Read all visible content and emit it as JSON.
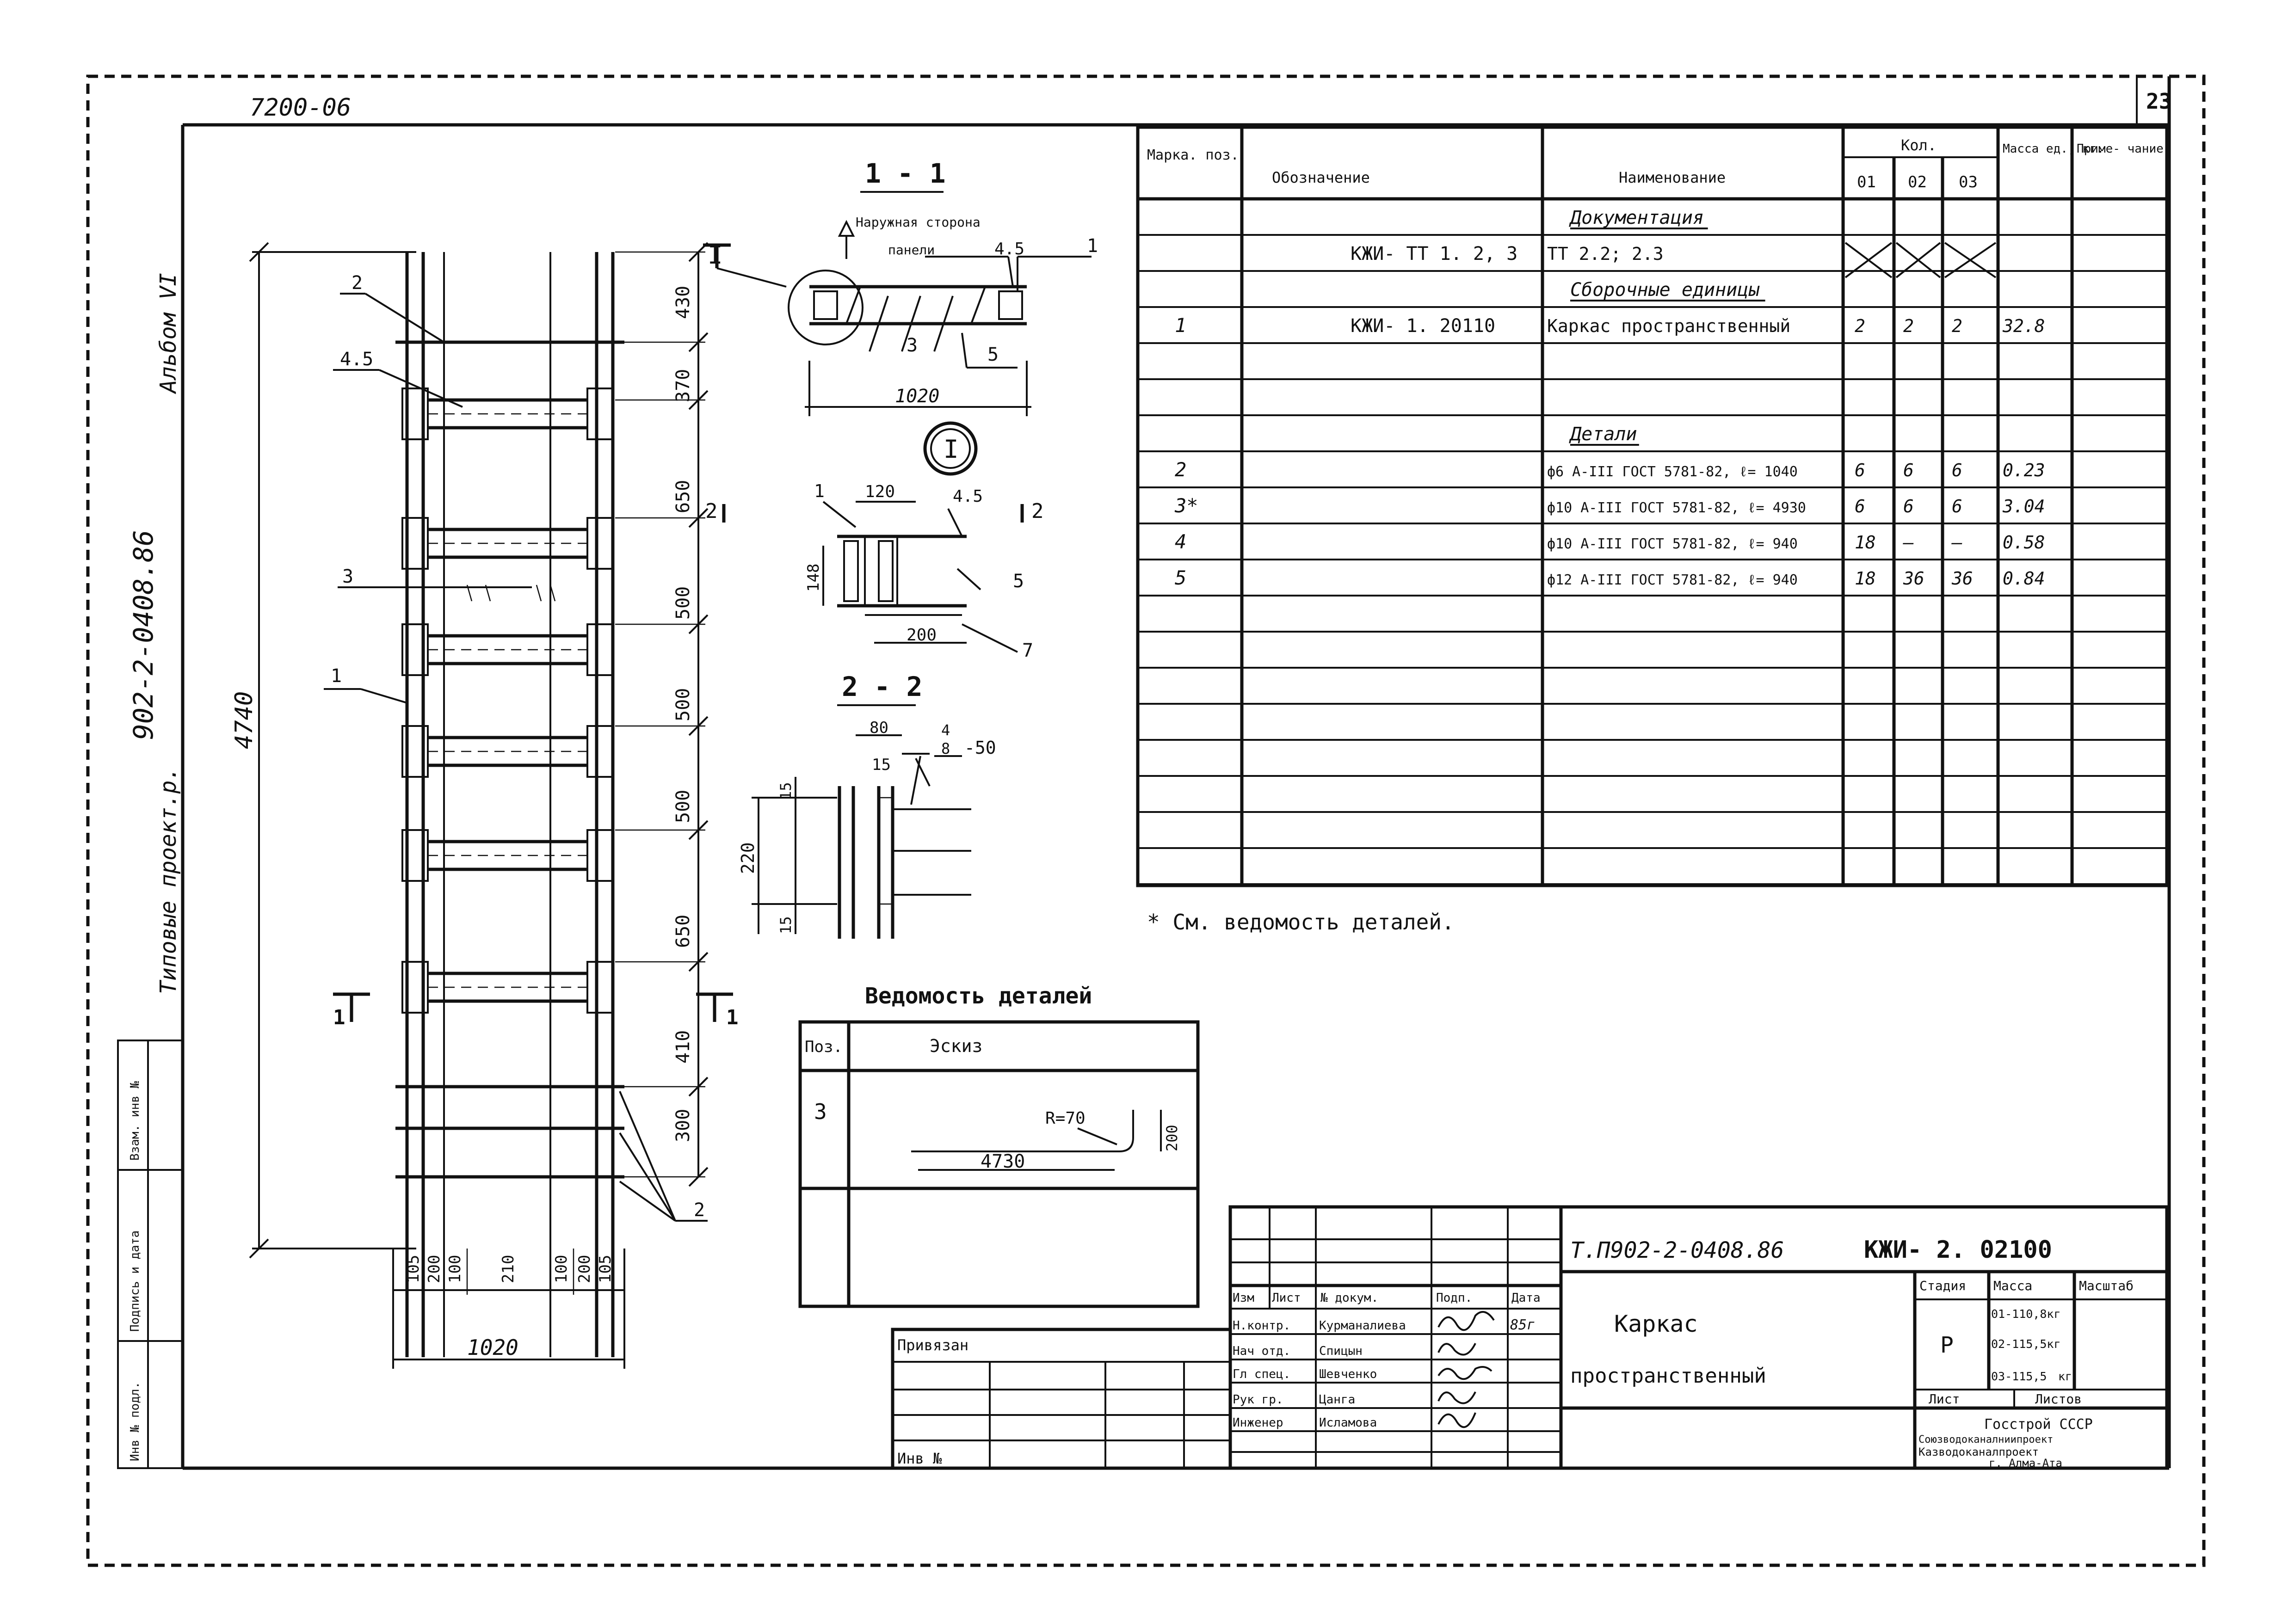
{
  "sheet": {
    "top_left": "7200-06",
    "page_number": "23",
    "left_margin_album": "Альбом VI",
    "left_margin_series": "902-2-0408.86",
    "left_margin_project": "Типовые проект.р.",
    "stamp_cells": [
      "Инв № подл.",
      "Подпись и дата",
      "Взам. инв №"
    ]
  },
  "frame_drawing": {
    "dims_vertical": [
      "430",
      "370",
      "650",
      "500",
      "500",
      "500",
      "650",
      "410",
      "300"
    ],
    "overall_height": "4740",
    "dims_bottom": [
      "105",
      "200",
      "100",
      "210",
      "100",
      "200",
      "105"
    ],
    "overall_width": "1020",
    "pos_labels": [
      "2",
      "4.5",
      "3",
      "1",
      "2"
    ],
    "section_marks": [
      "1",
      "1"
    ]
  },
  "section_1_1": {
    "title": "1 - 1",
    "caption_line1": "Наружная сторона",
    "caption_line2": "панели",
    "label_45": "4.5",
    "label_1": "1",
    "label_3": "3",
    "label_5": "5",
    "dim_width": "1020",
    "node_mark": "I"
  },
  "node_I": {
    "circle_label": "I",
    "dim_120": "120",
    "dim_148": "148",
    "dim_200": "200",
    "label_1": "1",
    "label_45": "4.5",
    "label_5": "5",
    "label_7": "7",
    "cut_left": "2",
    "cut_right": "2"
  },
  "section_2_2": {
    "title": "2 - 2",
    "dim_80": "80",
    "dim_15a": "15",
    "weld_top": "4",
    "weld_bottom": "8",
    "weld_len": "-50",
    "dim_15b": "15",
    "dim_220": "220",
    "dim_15c": "15"
  },
  "spec_table": {
    "headers": {
      "mark": "Марка. поз.",
      "designation": "Обозначение",
      "name": "Наименование",
      "qty": "Кол.",
      "qty_cols": [
        "01",
        "02",
        "03"
      ],
      "mass": "Масса ед., кг.",
      "note": "Приме- чание"
    },
    "rows": [
      {
        "mark": "",
        "designation": "",
        "name": "Документация",
        "q1": "",
        "q2": "",
        "q3": "",
        "mass": "",
        "section": true
      },
      {
        "mark": "",
        "designation": "КЖИ- ТТ 1. 2, 3",
        "name": "ТТ 2.2; 2.3",
        "q1": "",
        "q2": "",
        "q3": "",
        "mass": "",
        "crossed": true
      },
      {
        "mark": "",
        "designation": "",
        "name": "Сборочные единицы",
        "q1": "",
        "q2": "",
        "q3": "",
        "mass": "",
        "section": true
      },
      {
        "mark": "1",
        "designation": "КЖИ- 1. 20110",
        "name": "Каркас пространственный",
        "q1": "2",
        "q2": "2",
        "q3": "2",
        "mass": "32.8"
      },
      {
        "mark": "",
        "designation": "",
        "name": "",
        "q1": "",
        "q2": "",
        "q3": "",
        "mass": ""
      },
      {
        "mark": "",
        "designation": "",
        "name": "",
        "q1": "",
        "q2": "",
        "q3": "",
        "mass": ""
      },
      {
        "mark": "",
        "designation": "",
        "name": "Детали",
        "q1": "",
        "q2": "",
        "q3": "",
        "mass": "",
        "section": true
      },
      {
        "mark": "2",
        "designation": "",
        "name": "ф6 А-III ГОСТ 5781-82, ℓ= 1040",
        "q1": "6",
        "q2": "6",
        "q3": "6",
        "mass": "0.23"
      },
      {
        "mark": "3*",
        "designation": "",
        "name": "ф10 А-III ГОСТ 5781-82, ℓ= 4930",
        "q1": "6",
        "q2": "6",
        "q3": "6",
        "mass": "3.04"
      },
      {
        "mark": "4",
        "designation": "",
        "name": "ф10 А-III ГОСТ 5781-82, ℓ= 940",
        "q1": "18",
        "q2": "—",
        "q3": "—",
        "mass": "0.58"
      },
      {
        "mark": "5",
        "designation": "",
        "name": "ф12 А-III ГОСТ 5781-82, ℓ= 940",
        "q1": "18",
        "q2": "36",
        "q3": "36",
        "mass": "0.84"
      }
    ],
    "footnote": "* См. ведомость деталей."
  },
  "details_sheet": {
    "title": "Ведомость деталей",
    "col_pos": "Поз.",
    "col_sketch": "Эскиз",
    "pos": "3",
    "radius": "R=70",
    "length": "4730",
    "hook": "200"
  },
  "title_block": {
    "privyazan": "Привязан",
    "inv": "Инв №",
    "doc_code": "Т.П902-2-0408.86",
    "drawing_code": "КЖИ- 2. 02100",
    "headers": [
      "Изм",
      "Лист",
      "№ докум.",
      "Подп.",
      "Дата"
    ],
    "roles": [
      {
        "role": "Н.контр.",
        "person": "Курманалиева",
        "date": "85г"
      },
      {
        "role": "Нач отд.",
        "person": "Спицын",
        "date": ""
      },
      {
        "role": "Гл спец.",
        "person": "Шевченко",
        "date": ""
      },
      {
        "role": "Рук гр.",
        "person": "Цанга",
        "date": ""
      },
      {
        "role": "Инженер",
        "person": "Исламова",
        "date": ""
      }
    ],
    "name_line1": "Каркас",
    "name_line2": "пространственный",
    "stage_label": "Стадия",
    "mass_label": "Масса",
    "scale_label": "Масштаб",
    "stage": "Р",
    "masses": [
      "01-110,8кг",
      "02-115,5кг",
      "03-115,5"
    ],
    "mass_unit": "кг",
    "sheet_label": "Лист",
    "sheets_label": "Листов",
    "org_line1": "Госстрой СССР",
    "org_line2": "Союзводоканалниипроект",
    "org_line3": "Казводоканалпроект",
    "org_line4": "г. Алма-Ата"
  }
}
